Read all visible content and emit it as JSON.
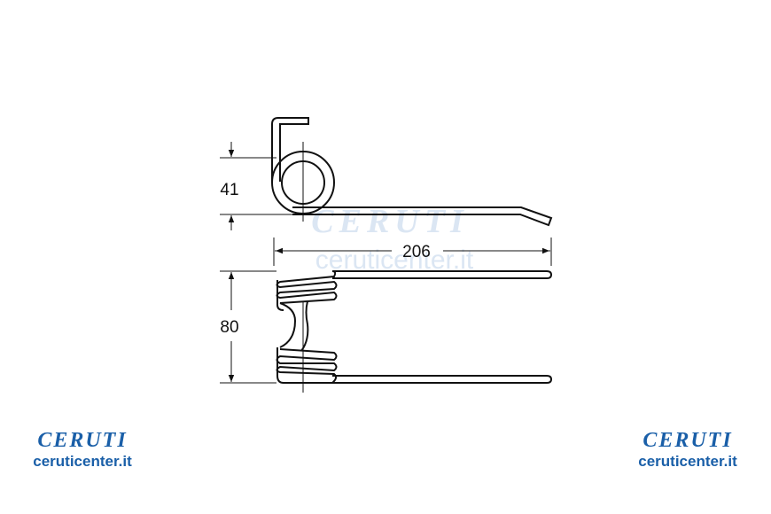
{
  "dimensions": {
    "coil_diameter": "41",
    "tine_length": "206",
    "spring_width": "80"
  },
  "watermark": {
    "brand": "CERUTI",
    "url": "ceruticenter.it"
  },
  "logo_left": {
    "brand": "CERUTI",
    "url": "ceruticenter.it"
  },
  "logo_right": {
    "brand": "CERUTI",
    "url": "ceruticenter.it"
  },
  "colors": {
    "line": "#111111",
    "brand_blue": "#1a5fa8",
    "watermark_blue": "#dbe6f3"
  }
}
